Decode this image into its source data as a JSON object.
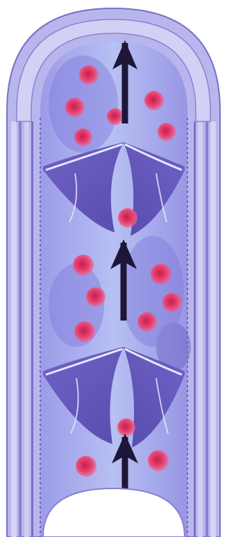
{
  "colors": {
    "background": "#ffffff",
    "wall_outer": "#b8b6ec",
    "wall_stripe_light": "#d6d4f6",
    "wall_stripe_dark": "#7a70c8",
    "lumen": "#8f8ee3",
    "lumen_light": "#b9c3f1",
    "valve_dark": "#4e3fa6",
    "valve_mid": "#6b5cc4",
    "valve_edge_light": "#e6e8ff",
    "blood_cell": "#e8426f",
    "blood_cell_core": "#c21f52",
    "blood_cell_glow": "#f06a9a",
    "arrow": "#1e1638"
  },
  "diagram": {
    "subject": "vein-with-valves",
    "flow_direction": "up",
    "valve_count": 2,
    "arrow_count": 3,
    "blood_cell_count": 16
  }
}
